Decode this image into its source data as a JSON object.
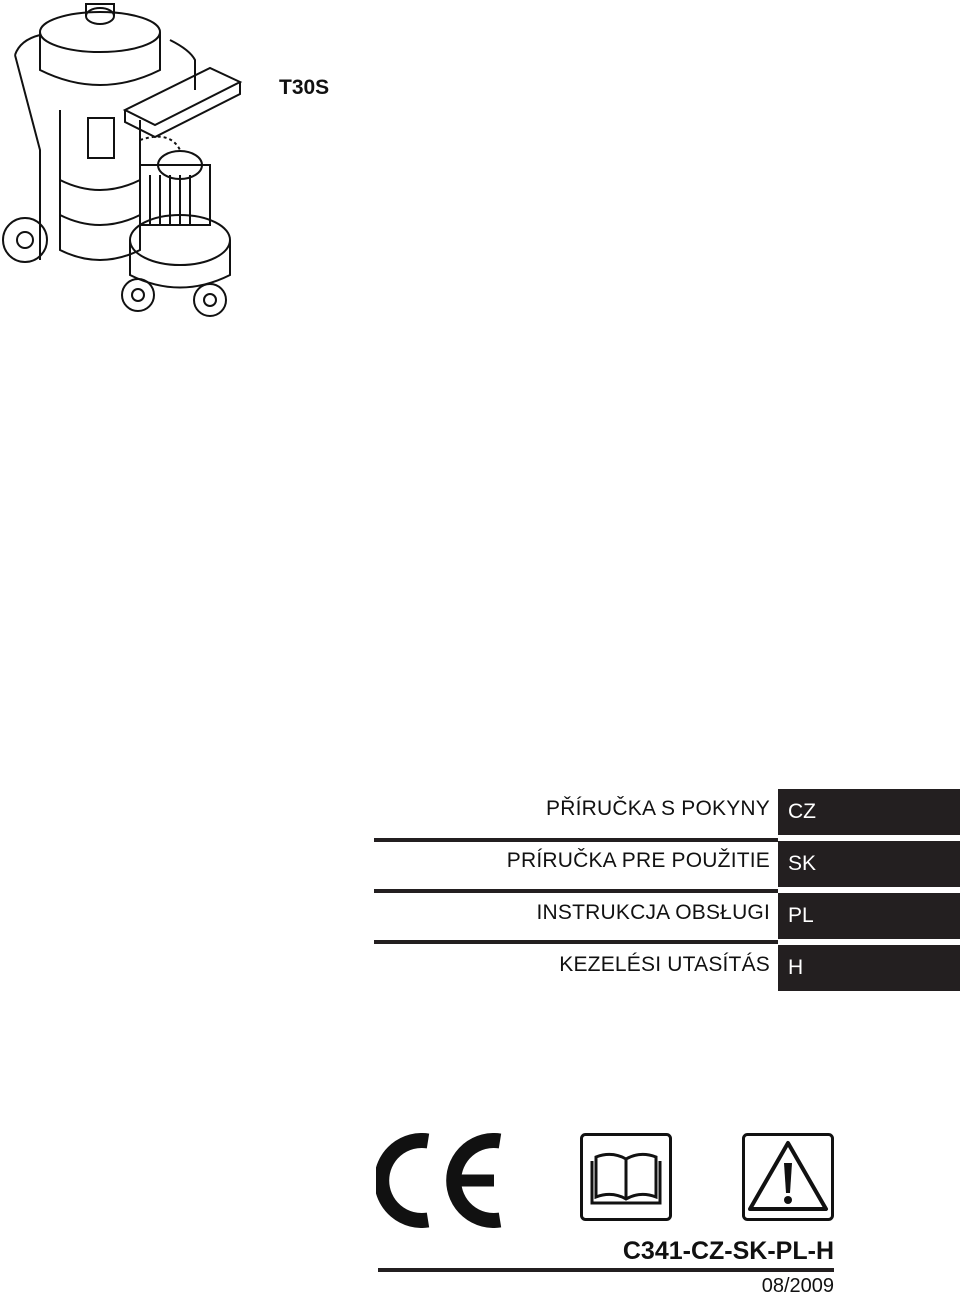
{
  "product": {
    "model": "T30S"
  },
  "languages": [
    {
      "title": "PŘÍRUČKA S POKYNY",
      "code": "CZ"
    },
    {
      "title": "PRÍRUČKA PRE POUŽITIE",
      "code": "SK"
    },
    {
      "title": "INSTRUKCJA OBSŁUGI",
      "code": "PL"
    },
    {
      "title": "KEZELÉSI UTASÍTÁS",
      "code": "H"
    }
  ],
  "symbols": [
    "ce-mark-icon",
    "read-manual-book-icon",
    "warning-triangle-icon"
  ],
  "document": {
    "code": "C341-CZ-SK-PL-H",
    "date": "08/2009"
  },
  "colors": {
    "band": "#231f20",
    "band_text": "#ffffff",
    "text": "#111111"
  }
}
